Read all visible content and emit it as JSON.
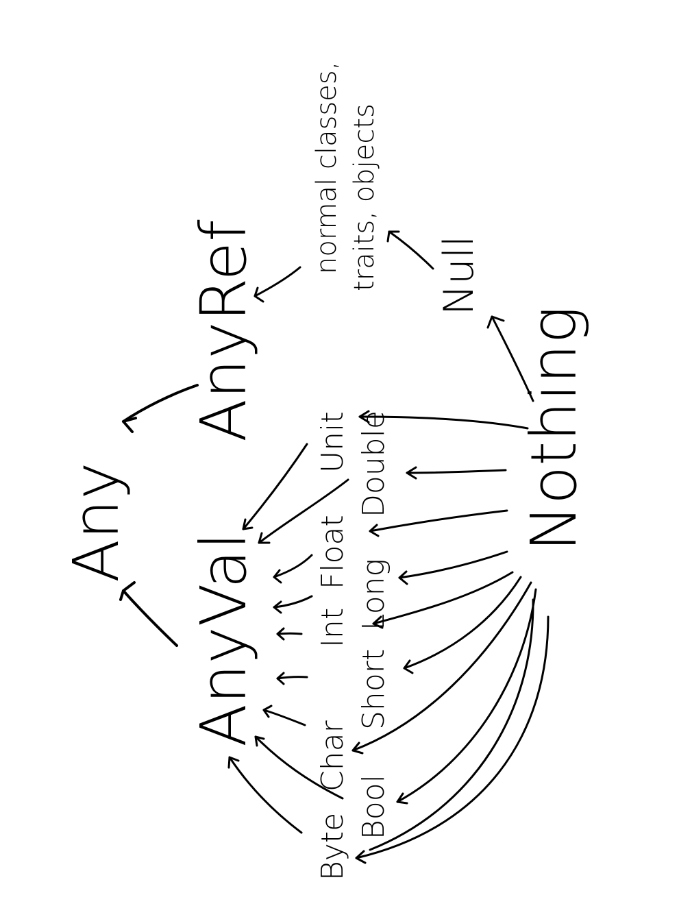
{
  "labels": {
    "any": "Any",
    "anyval": "AnyVal",
    "anyref": "AnyRef",
    "normal_classes": "normal classes,",
    "traits_objects": "traits, objects",
    "null": "Null",
    "nothing": "Nothing",
    "unit": "Unit",
    "float": "Float",
    "int": "Int",
    "char": "Char",
    "byte": "Byte",
    "double": "Double",
    "long": "Long",
    "short": "Short",
    "bool": "Bool"
  }
}
